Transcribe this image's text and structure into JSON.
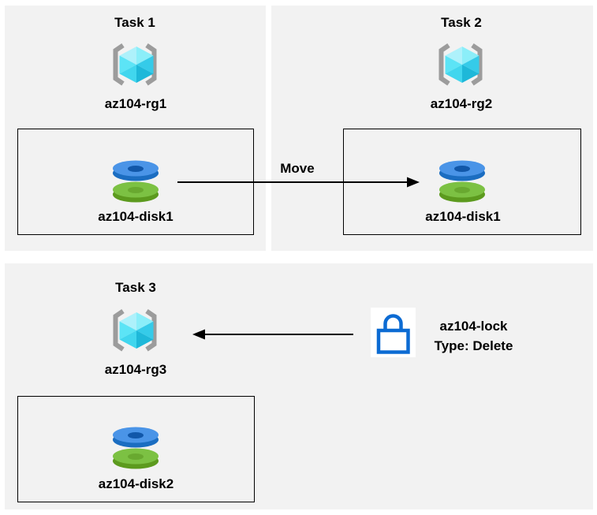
{
  "diagram": {
    "tasks": [
      {
        "title": "Task 1",
        "resource_group": "az104-rg1",
        "disk": "az104-disk1"
      },
      {
        "title": "Task 2",
        "resource_group": "az104-rg2",
        "disk": "az104-disk1"
      },
      {
        "title": "Task 3",
        "resource_group": "az104-rg3",
        "disk": "az104-disk2"
      }
    ],
    "move_arrow": {
      "label": "Move"
    },
    "lock": {
      "name": "az104-lock",
      "type": "Type: Delete"
    }
  },
  "icons": {
    "resource_group": "azure-resource-group-icon",
    "disk": "azure-managed-disk-icon",
    "lock": "azure-lock-icon"
  },
  "colors": {
    "page_bg": "#ffffff",
    "panel_bg": "#f2f2f2",
    "box_border": "#000000",
    "text": "#000000",
    "arrow": "#000000",
    "bracket_gray": "#9c9c9c",
    "cube_top_left": "#aef1fb",
    "cube_top_right": "#8beef9",
    "cube_left": "#5ce4f6",
    "cube_bottom_left": "#41d6ee",
    "cube_right": "#35cbe9",
    "cube_bottom_right": "#1eb8d9",
    "disk_blue_top": "#4a94e7",
    "disk_blue_side": "#1b6dc1",
    "disk_blue_hole": "#1157a9",
    "disk_green_top": "#7cc143",
    "disk_green_side": "#5c9a1e",
    "disk_green_hole": "#69a930",
    "lock_blue": "#0c6bd3",
    "lock_tile_bg": "#ffffff"
  }
}
